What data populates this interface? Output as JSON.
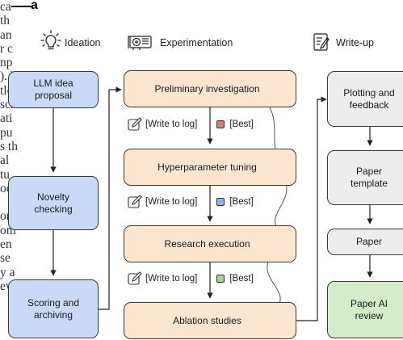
{
  "panel_label": "a",
  "background_text_fragment": [
    "ca",
    "th",
    "an",
    "r c",
    "np",
    "). V",
    "tlo",
    "sca",
    "ati",
    "pu",
    "s th",
    "al",
    "tu",
    "od",
    "",
    "or",
    "om",
    "en",
    "se",
    "y a",
    "ew"
  ],
  "columns": {
    "ideation": {
      "title": "Ideation",
      "icon": "lightbulb-icon"
    },
    "experimentation": {
      "title": "Experimentation",
      "icon": "gpu-icon"
    },
    "writeup": {
      "title": "Write-up",
      "icon": "notepad-icon"
    }
  },
  "ideation_steps": [
    "LLM idea\nproposal",
    "Novelty\nchecking",
    "Scoring and\narchiving"
  ],
  "experiment_stages": [
    "Preliminary investigation",
    "Hyperparameter tuning",
    "Research execution",
    "Ablation studies"
  ],
  "annotations": [
    {
      "log": "[Write to log]",
      "best": "[Best]",
      "color": "#e0767c"
    },
    {
      "log": "[Write to log]",
      "best": "[Best]",
      "color": "#8fb2ef"
    },
    {
      "log": "[Write to log]",
      "best": "[Best]",
      "color": "#a9d395"
    }
  ],
  "writeup_steps": [
    "Plotting and\nfeedback",
    "Paper\ntemplate",
    "Paper",
    "Paper AI\nreview"
  ],
  "colors": {
    "ideation_fill": "#c9d9f7",
    "experiment_fill": "#fde6cf",
    "writeup_fill": "#ededed",
    "review_fill": "#d5ecc9",
    "best_red": "#e0767c",
    "best_blue": "#8fb2ef",
    "best_green": "#a9d395"
  }
}
